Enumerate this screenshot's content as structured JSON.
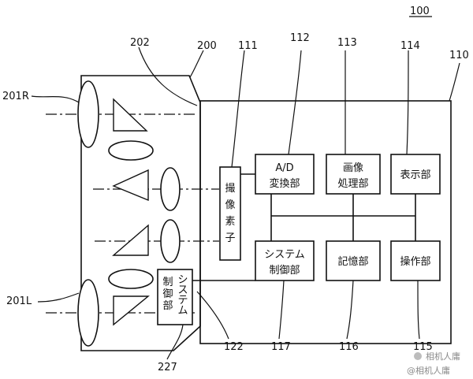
{
  "figure": {
    "figure_number": "100",
    "refs": {
      "r110": "110",
      "r111": "111",
      "r112": "112",
      "r113": "113",
      "r114": "114",
      "r115": "115",
      "r116": "116",
      "r117": "117",
      "r122": "122",
      "r200": "200",
      "r201R": "201R",
      "r201L": "201L",
      "r202": "202",
      "r227": "227"
    },
    "blocks": {
      "sensor": [
        "撮",
        "像",
        "素",
        "子"
      ],
      "ad_line1": "A/D",
      "ad_line2": "変換部",
      "image_line1": "画像",
      "image_line2": "処理部",
      "display": "表示部",
      "system_line1": "システム",
      "system_line2": "制御部",
      "memory": "記憶部",
      "operation": "操作部",
      "lens_ctrl_col1": [
        "シ",
        "ス",
        "テ",
        "ム"
      ],
      "lens_ctrl_col2": [
        "制",
        "御",
        "部"
      ]
    }
  },
  "watermark": {
    "line1": "相机人庸",
    "line2": "@相机人庸"
  }
}
